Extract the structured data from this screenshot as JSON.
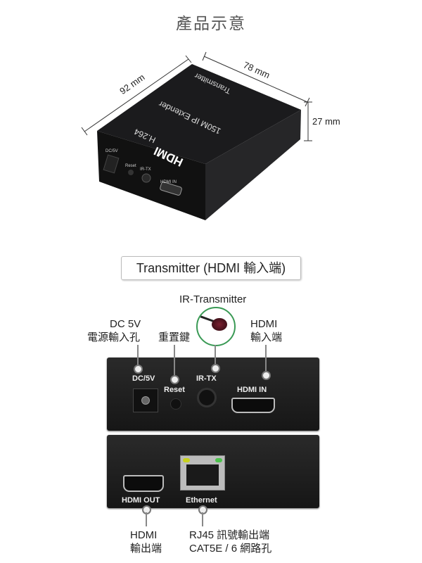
{
  "header": {
    "title": "產品示意"
  },
  "dimensions": {
    "depth": "92 mm",
    "width": "78 mm",
    "height": "27 mm"
  },
  "device_top": {
    "model": "Transmitter",
    "product": "150M IP Extender",
    "codec": "H.264",
    "logo": "HDMI",
    "ports": [
      "DC/5V",
      "Reset",
      "IR-TX",
      "HDMI IN"
    ]
  },
  "section_label": "Transmitter (HDMI 輸入端)",
  "callouts": {
    "ir_transmitter": "IR-Transmitter",
    "dc_line1": "DC 5V",
    "dc_line2": "電源輸入孔",
    "reset": "重置鍵",
    "hdmi_in_line1": "HDMI",
    "hdmi_in_line2": "輸入端",
    "hdmi_out_line1": "HDMI",
    "hdmi_out_line2": "輸出端",
    "rj45_line1": "RJ45 訊號輸出端",
    "rj45_line2": "CAT5E / 6 網路孔"
  },
  "front_panel": {
    "dc": "DC/5V",
    "reset": "Reset",
    "irtx": "IR-TX",
    "hdmi_in": "HDMI IN"
  },
  "rear_panel": {
    "hdmi_out": "HDMI OUT",
    "ethernet": "Ethernet"
  },
  "colors": {
    "accent_circle": "#3a9a55",
    "panel": "#1e1e1e",
    "led_yellow": "#c8d21e",
    "led_green": "#4cc24c"
  }
}
